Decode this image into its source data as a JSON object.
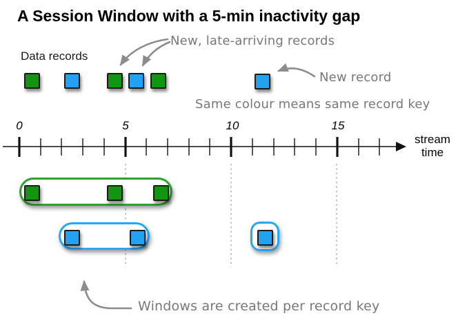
{
  "title": "A Session Window with a 5-min inactivity gap",
  "labels": {
    "data_records": "Data records",
    "late_arriving": "New, late-arriving records",
    "new_record": "New record",
    "same_colour": "Same colour means same record key",
    "per_record_key": "Windows are created per record key",
    "stream": "stream",
    "time": "time"
  },
  "axis": {
    "tick_labels": [
      "0",
      "5",
      "10",
      "15"
    ],
    "minor_ticks_total": 18,
    "major_every": 5,
    "dotted_gridlines_at": [
      5,
      10,
      15
    ]
  },
  "records": {
    "top_row_colors": [
      "green",
      "blue",
      "green",
      "blue",
      "green"
    ],
    "late_arriving_indexes": [
      2,
      3
    ],
    "new_record_color": "blue",
    "windows": [
      {
        "key": "green",
        "record_count": 3,
        "span": "0 to 7"
      },
      {
        "key": "blue",
        "record_count": 2,
        "span": "2 to 6"
      },
      {
        "key": "blue",
        "record_count": 1,
        "span": "11 to 12"
      }
    ]
  },
  "colors": {
    "green": "#129612",
    "green_border": "#2da12d",
    "blue": "#22a3f2",
    "blue_border": "#27a8f5",
    "annotation_gray": "#787878",
    "arrow_gray": "#8c8c8c"
  }
}
